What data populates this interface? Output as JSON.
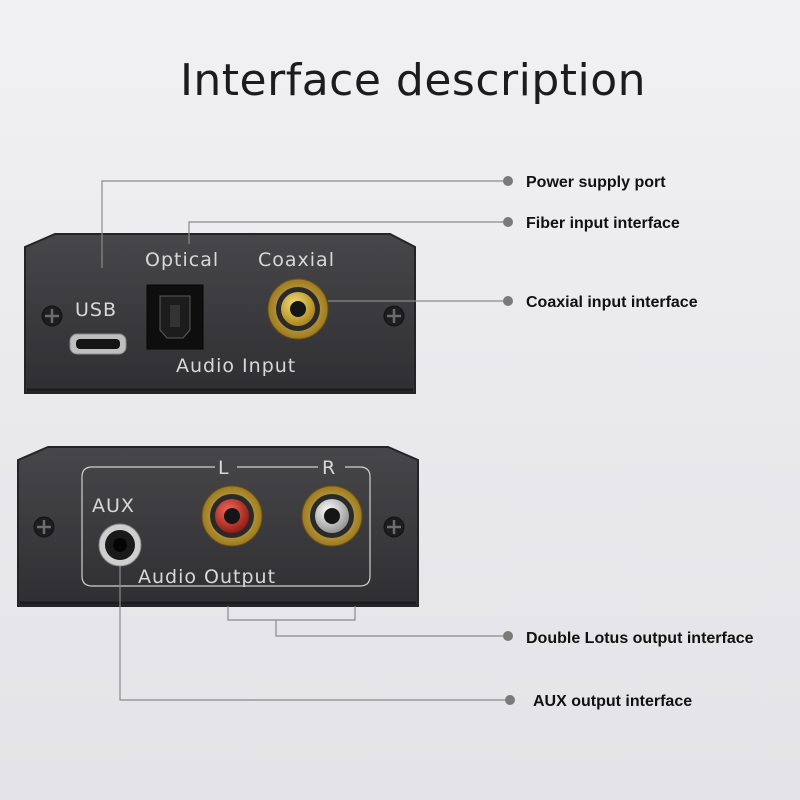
{
  "title": "Interface description",
  "top_panel": {
    "usb_label": "USB",
    "optical_label": "Optical",
    "coaxial_label": "Coaxial",
    "section_label": "Audio Input"
  },
  "bottom_panel": {
    "aux_label": "AUX",
    "left_label": "L",
    "right_label": "R",
    "section_label": "Audio Output"
  },
  "callouts": {
    "power": "Power supply port",
    "fiber": "Fiber input interface",
    "coaxial": "Coaxial input interface",
    "lotus": "Double Lotus output interface",
    "aux": "AUX output interface"
  },
  "colors": {
    "panel": "#3b3b3e",
    "panel_edge": "#242426",
    "leader": "#8a8a8a",
    "gold": "#d4b13a",
    "red": "#c9302c",
    "silver": "#c7c7c7"
  }
}
